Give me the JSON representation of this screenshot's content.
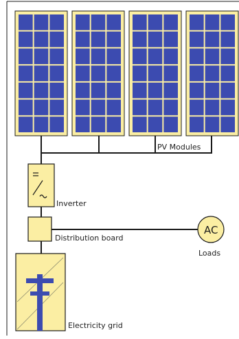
{
  "colors": {
    "module_frame": "#fbeea3",
    "cell_fill": "#3c4bb0",
    "grid_line": "#ffffff",
    "component_fill": "#fbeea3",
    "pole_color": "#3c4bb0",
    "line_color": "#1a1a1a"
  },
  "pv_modules": {
    "label": "PV Modules",
    "count": 4,
    "cell_columns": 3,
    "cell_rows": 7
  },
  "inverter": {
    "label": "Inverter",
    "symbol_top": "=",
    "symbol_bottom": "~"
  },
  "distribution_board": {
    "label": "Distribution board"
  },
  "loads": {
    "symbol": "AC",
    "label": "Loads"
  },
  "grid": {
    "label": "Electricity grid"
  },
  "icons": [
    "inverter-symbol-icon",
    "utility-pole-icon"
  ]
}
